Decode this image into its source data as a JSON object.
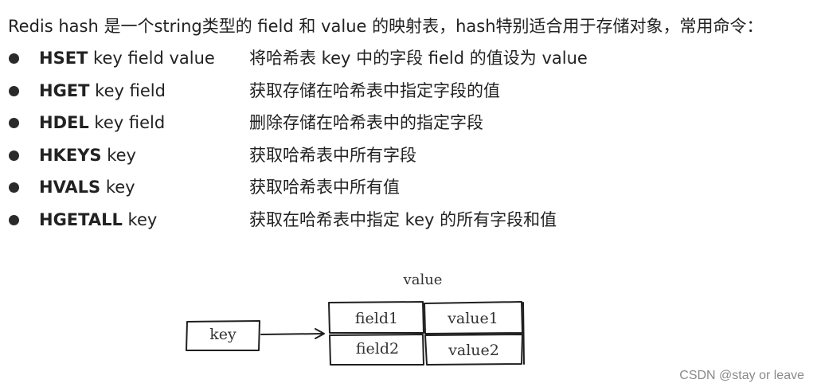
{
  "intro": "Redis hash 是一个string类型的 field 和 value 的映射表，hash特别适合用于存储对象，常用命令：",
  "commands": [
    {
      "name": "HSET",
      "args": " key field value",
      "desc": "将哈希表 key 中的字段 field 的值设为 value"
    },
    {
      "name": "HGET",
      "args": " key field",
      "desc": "获取存储在哈希表中指定字段的值"
    },
    {
      "name": "HDEL",
      "args": " key field",
      "desc": "删除存储在哈希表中的指定字段"
    },
    {
      "name": "HKEYS",
      "args": " key",
      "desc": "获取哈希表中所有字段"
    },
    {
      "name": "HVALS",
      "args": " key",
      "desc": "获取哈希表中所有值"
    },
    {
      "name": "HGETALL",
      "args": " key",
      "desc": "获取在哈希表中指定 key 的所有字段和值"
    }
  ],
  "diagram": {
    "value_label": "value",
    "key_label": "key",
    "cells": [
      {
        "field": "field1",
        "value": "value1"
      },
      {
        "field": "field2",
        "value": "value2"
      }
    ]
  },
  "watermark": "CSDN @stay or leave"
}
